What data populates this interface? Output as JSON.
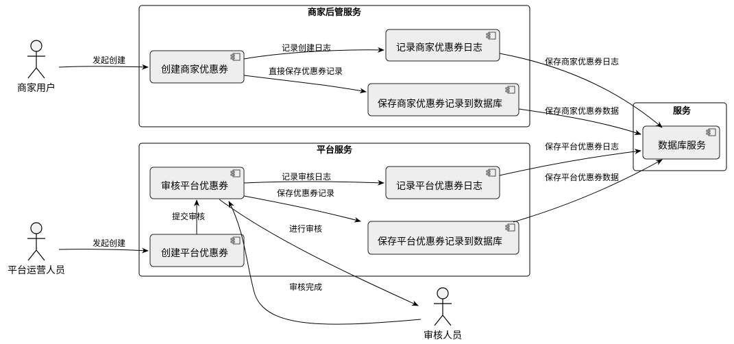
{
  "groups": {
    "merchant": "商家后管服务",
    "platform": "平台服务",
    "service": "服务"
  },
  "components": {
    "create_merchant": "创建商家优惠券",
    "log_merchant": "记录商家优惠券日志",
    "save_merchant": "保存商家优惠券记录到数据库",
    "review_platform": "审核平台优惠券",
    "create_platform": "创建平台优惠券",
    "log_platform": "记录平台优惠券日志",
    "save_platform": "保存平台优惠券记录到数据库",
    "db_service": "数据库服务"
  },
  "actors": {
    "merchant_user": "商家用户",
    "platform_operator": "平台运营人员",
    "reviewer": "审核人员"
  },
  "edges": {
    "merchant_create": "发起创建",
    "log_create": "记录创建日志",
    "direct_save": "直接保存优惠券记录",
    "save_merchant_log": "保存商家优惠券日志",
    "save_merchant_data": "保存商家优惠券数据",
    "save_platform_log": "保存平台优惠券日志",
    "save_platform_data": "保存平台优惠券数据",
    "log_review": "记录审核日志",
    "save_coupon": "保存优惠券记录",
    "submit_review": "提交审核",
    "do_review": "进行审核",
    "platform_create": "发起创建",
    "review_done": "审核完成"
  }
}
